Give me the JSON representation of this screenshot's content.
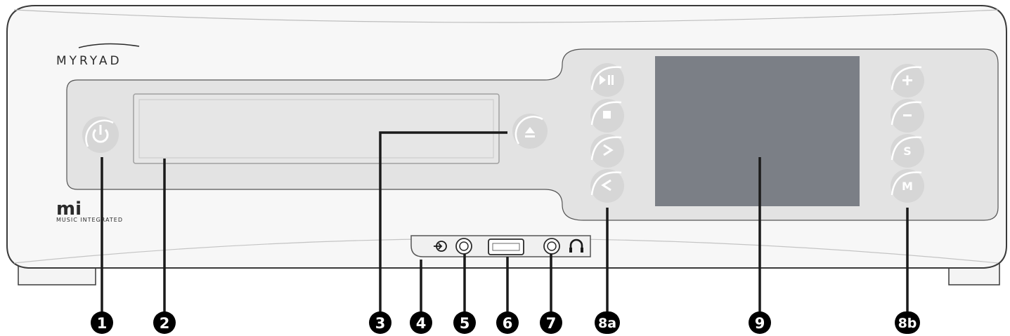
{
  "brand": {
    "logo": "MYRYAD",
    "series_mark": "mi",
    "series_text": "MUSIC INTEGRATED"
  },
  "buttons": {
    "s_label": "S",
    "m_label": "M"
  },
  "callouts": [
    "1",
    "2",
    "3",
    "4",
    "5",
    "6",
    "7",
    "8a",
    "9",
    "8b"
  ],
  "icons": {
    "power": "power-icon",
    "eject": "eject-icon",
    "play_pause": "play-pause-icon",
    "stop": "stop-icon",
    "next": "next-icon",
    "previous": "previous-icon",
    "plus": "volume-up-icon",
    "minus": "volume-down-icon",
    "input": "aux-input-icon",
    "headphones": "headphones-icon"
  },
  "colors": {
    "chassis": "#f7f7f7",
    "panel": "#e3e3e3",
    "button": "#d6d6d6",
    "screen": "#7b7f86",
    "callout": "#000000",
    "outline": "#3a3a3a"
  }
}
